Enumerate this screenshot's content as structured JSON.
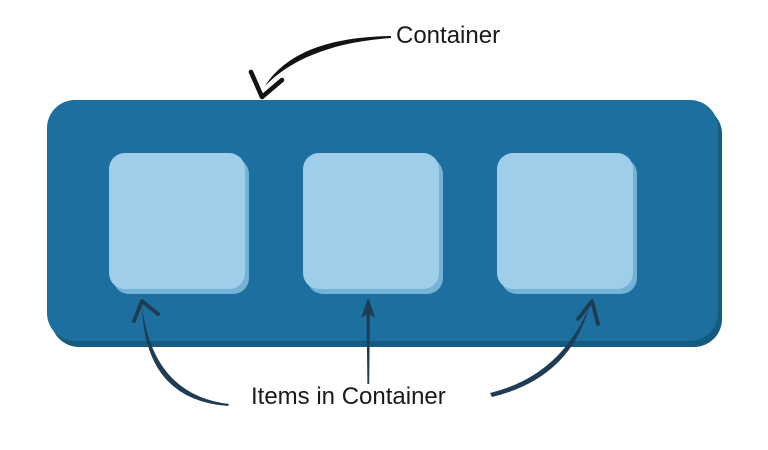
{
  "diagram": {
    "labels": {
      "container": "Container",
      "items": "Items in Container"
    },
    "container": {
      "item_count": 3,
      "items": [
        {
          "name": "container-item-1"
        },
        {
          "name": "container-item-2"
        },
        {
          "name": "container-item-3"
        }
      ]
    },
    "colors": {
      "container_fill": "#1C6F9E",
      "container_shadow": "#155A80",
      "item_fill": "#9FCEEA",
      "item_shadow": "#74B2D8",
      "top_arrow": "#131313",
      "bottom_arrow": "#1E3C53",
      "label_text": "#1A1A1A",
      "background": "#FFFFFF"
    }
  }
}
